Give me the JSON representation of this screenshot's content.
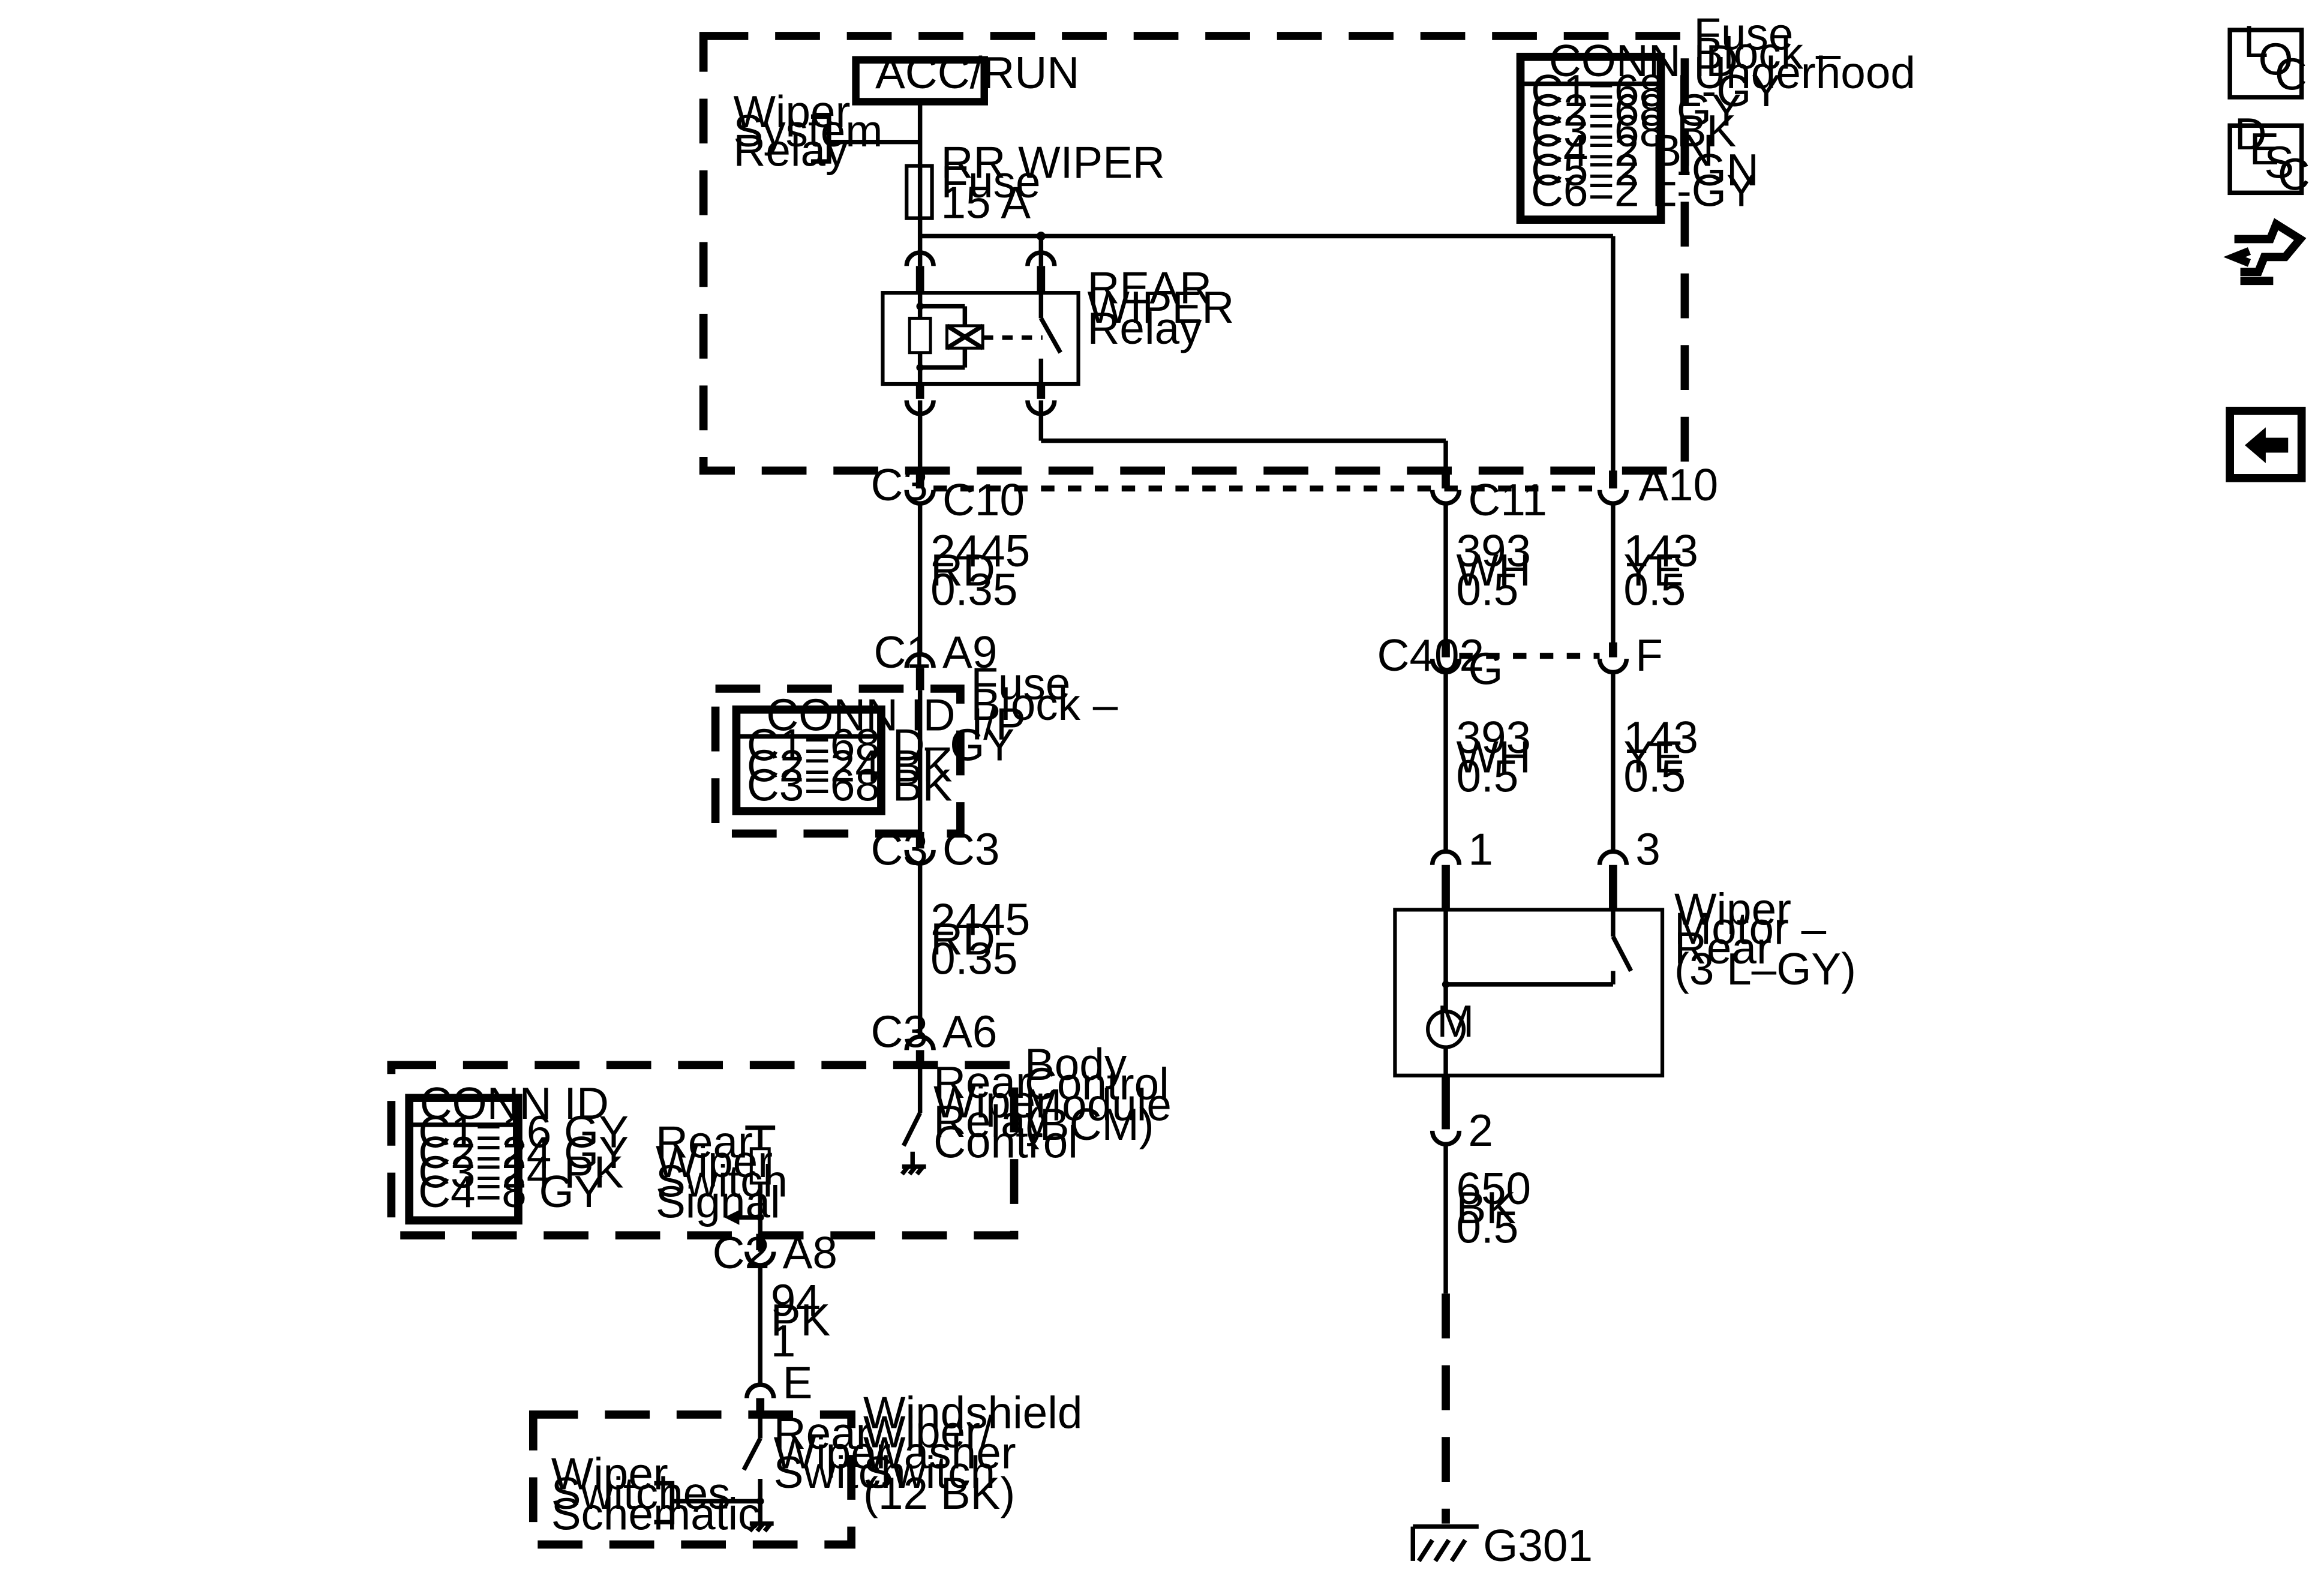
{
  "nav": {
    "loc_l": "L",
    "loc_o": "O",
    "loc_c": "C",
    "desc_d": "D",
    "desc_e": "E",
    "desc_s": "S",
    "desc_c": "C"
  },
  "power": {
    "label": "ACC/RUN"
  },
  "fuse_block_underhood": {
    "title": [
      "Fuse",
      "Block –",
      "Underhood"
    ],
    "conn_id_title": "CONN ID",
    "conn_ids": [
      "C1=68 L-GY",
      "C2=68 GY",
      "C3=68 BK",
      "C4=2 BN",
      "C5=2 L-GN",
      "C6=2 L-GY"
    ]
  },
  "wiper_system_relay": [
    "Wiper",
    "System",
    "Relay"
  ],
  "fuse": [
    "RR WIPER",
    "Fuse",
    "15 A"
  ],
  "rear_wiper_relay": [
    "REAR",
    "WIPER",
    "Relay"
  ],
  "connectors": {
    "c3_left": "C3",
    "c10": "C10",
    "c11": "C11",
    "a10": "A10",
    "c1_left": "C1",
    "a9": "A9",
    "c3_ip_left": "C3",
    "c3_ip_right": "C3",
    "c3_bcm_left": "C3",
    "a6": "A6",
    "c2_left": "C2",
    "a8": "A8",
    "e": "E",
    "c402": "C402",
    "g": "G",
    "f": "F",
    "pin1": "1",
    "pin3": "3",
    "pin2": "2"
  },
  "wires": {
    "w2445_top": [
      "2445",
      "RD",
      "0.35"
    ],
    "w2445_bottom": [
      "2445",
      "RD",
      "0.35"
    ],
    "w393_top": [
      "393",
      "WH",
      "0.5"
    ],
    "w393_bottom": [
      "393",
      "WH",
      "0.5"
    ],
    "w143_top": [
      "143",
      "YE",
      "0.5"
    ],
    "w143_bottom": [
      "143",
      "YE",
      "0.5"
    ],
    "w94": [
      "94",
      "PK",
      "1"
    ],
    "w650": [
      "650",
      "BK",
      "0.5"
    ]
  },
  "fuse_block_ip": {
    "title": [
      "Fuse",
      "Block –",
      "I/P"
    ],
    "conn_id_title": "CONN ID",
    "conn_ids": [
      "C1=68 D–GY",
      "C2=24 BK",
      "C3=68 BK"
    ]
  },
  "bcm": {
    "title": [
      "Body",
      "Control",
      "Module",
      "(BCM)"
    ],
    "conn_id_title": "CONN ID",
    "conn_ids": [
      "C1=16 GY",
      "C2=24 GY",
      "C3=24 PK",
      "C4=8 GY"
    ],
    "relay_control": [
      "Rear",
      "Wiper",
      "Relay",
      "Control"
    ],
    "switch_signal": [
      "Rear",
      "Wiper",
      "Switch",
      "Signal"
    ]
  },
  "windshield_switch": {
    "title": [
      "Windshield",
      "Wiper/",
      "Washer",
      "Switch",
      "(12 BK)"
    ],
    "rear_wiper_switch": [
      "Rear",
      "Wiper",
      "Switch"
    ],
    "schematic_ref": [
      "Wiper",
      "Switches",
      "Schematic"
    ]
  },
  "wiper_motor": {
    "title": [
      "Wiper",
      "Motor –",
      "Rear",
      "(3 L–GY)"
    ],
    "motor_symbol": "M"
  },
  "ground": {
    "label": "G301"
  }
}
